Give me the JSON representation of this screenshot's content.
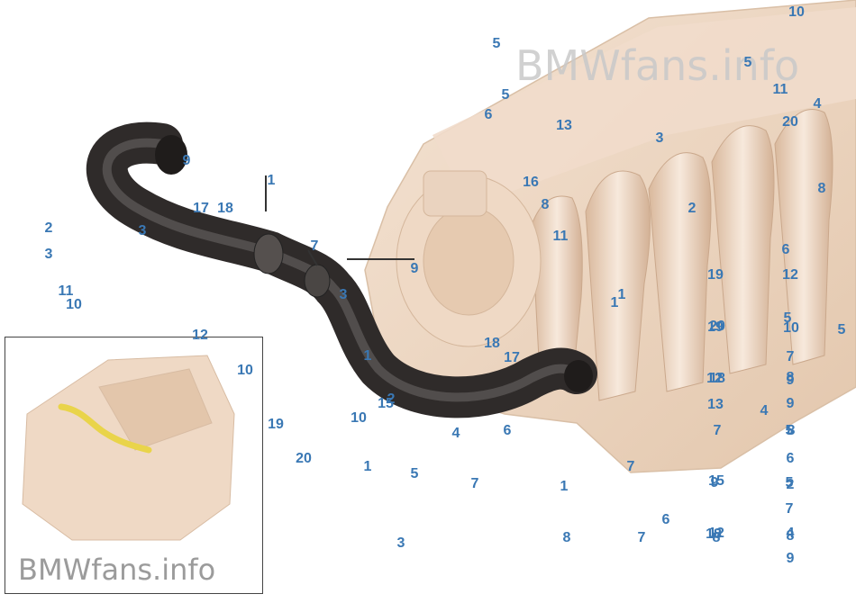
{
  "watermark": "BMWfans.info",
  "accent_color": "#3a78b4",
  "callouts": [
    "10",
    "5",
    "5",
    "11",
    "5",
    "4",
    "6",
    "13",
    "20",
    "3",
    "16",
    "8",
    "8",
    "9",
    "1",
    "17",
    "18",
    "2",
    "3",
    "2",
    "7",
    "11",
    "6",
    "3",
    "9",
    "12",
    "3",
    "19",
    "11",
    "10",
    "1",
    "1",
    "12",
    "5",
    "5",
    "10",
    "18",
    "19",
    "7",
    "20",
    "1",
    "17",
    "12",
    "18",
    "15",
    "2",
    "13",
    "10",
    "4",
    "10",
    "6",
    "4",
    "7",
    "5",
    "7",
    "1",
    "15",
    "6",
    "8",
    "5",
    "7",
    "6",
    "12",
    "8",
    "18",
    "8",
    "9",
    "3",
    "2",
    "1",
    "9",
    "9",
    "7",
    "4",
    "5",
    "8",
    "7",
    "8",
    "9"
  ]
}
